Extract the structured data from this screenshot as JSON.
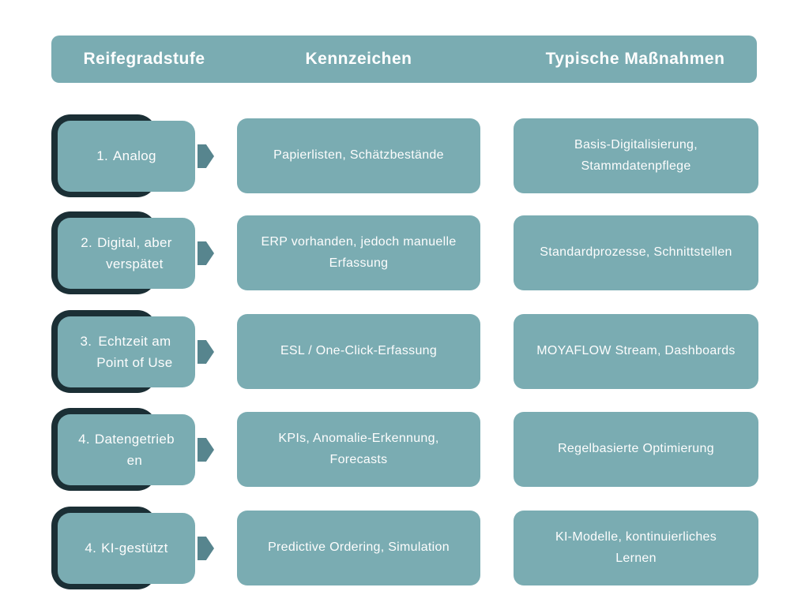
{
  "colors": {
    "teal": "#7aacb2",
    "dark_outline": "#1b2f35",
    "arrow": "#57858e",
    "text": "#ffffff",
    "background": "#ffffff"
  },
  "header": {
    "columns": [
      "Reifegradstufe",
      "Kennzeichen",
      "Typische Maßnahmen"
    ]
  },
  "rows": [
    {
      "num": "1.",
      "stage": "Analog",
      "kennzeichen": "Papierlisten, Schätzbestände",
      "massnahmen": "Basis-Digitalisierung,\nStammdatenpflege"
    },
    {
      "num": "2.",
      "stage": "Digital, aber\nverspätet",
      "kennzeichen": "ERP vorhanden, jedoch manuelle\nErfassung",
      "massnahmen": "Standardprozesse, Schnittstellen"
    },
    {
      "num": "3.",
      "stage": "Echtzeit am\nPoint of Use",
      "kennzeichen": "ESL / One-Click-Erfassung",
      "massnahmen": "MOYAFLOW Stream, Dashboards"
    },
    {
      "num": "4.",
      "stage": "Datengetrieb\nen",
      "kennzeichen": "KPIs, Anomalie-Erkennung,\nForecasts",
      "massnahmen": "Regelbasierte Optimierung"
    },
    {
      "num": "4.",
      "stage": "KI-gestützt",
      "kennzeichen": "Predictive Ordering, Simulation",
      "massnahmen": "KI-Modelle, kontinuierliches\nLernen"
    }
  ]
}
